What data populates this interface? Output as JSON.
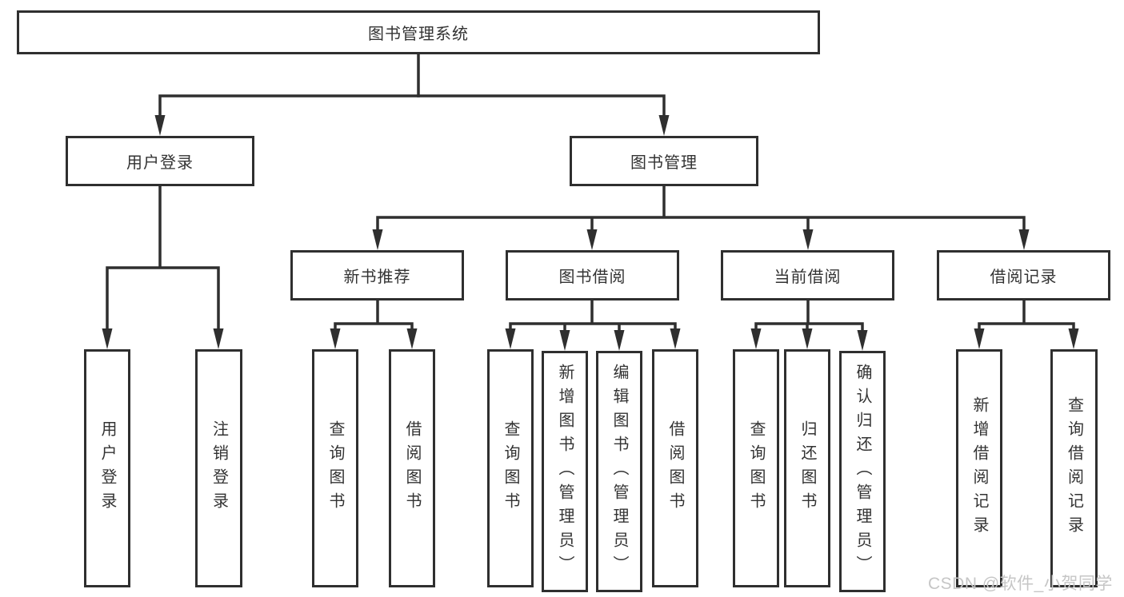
{
  "tree": {
    "root": {
      "label": "图书管理系统"
    },
    "branches": [
      {
        "label": "用户登录",
        "children": [
          {
            "label": "用户登录"
          },
          {
            "label": "注销登录"
          }
        ]
      },
      {
        "label": "图书管理",
        "children": [
          {
            "label": "新书推荐",
            "children": [
              {
                "label": "查询图书"
              },
              {
                "label": "借阅图书"
              }
            ]
          },
          {
            "label": "图书借阅",
            "children": [
              {
                "label": "查询图书"
              },
              {
                "label": "新增图书（管理员）"
              },
              {
                "label": "编辑图书（管理员）"
              },
              {
                "label": "借阅图书"
              }
            ]
          },
          {
            "label": "当前借阅",
            "children": [
              {
                "label": "查询图书"
              },
              {
                "label": "归还图书"
              },
              {
                "label": "确认归还（管理员）"
              }
            ]
          },
          {
            "label": "借阅记录",
            "children": [
              {
                "label": "新增借阅记录"
              },
              {
                "label": "查询借阅记录"
              }
            ]
          }
        ]
      }
    ]
  },
  "watermark": {
    "text": "CSDN @软件_小贺同学"
  },
  "colors": {
    "line": "#2f2f2f",
    "box_border": "#2f2f2f",
    "text": "#333333",
    "background": "#ffffff",
    "watermark": "#c6c6c6"
  }
}
